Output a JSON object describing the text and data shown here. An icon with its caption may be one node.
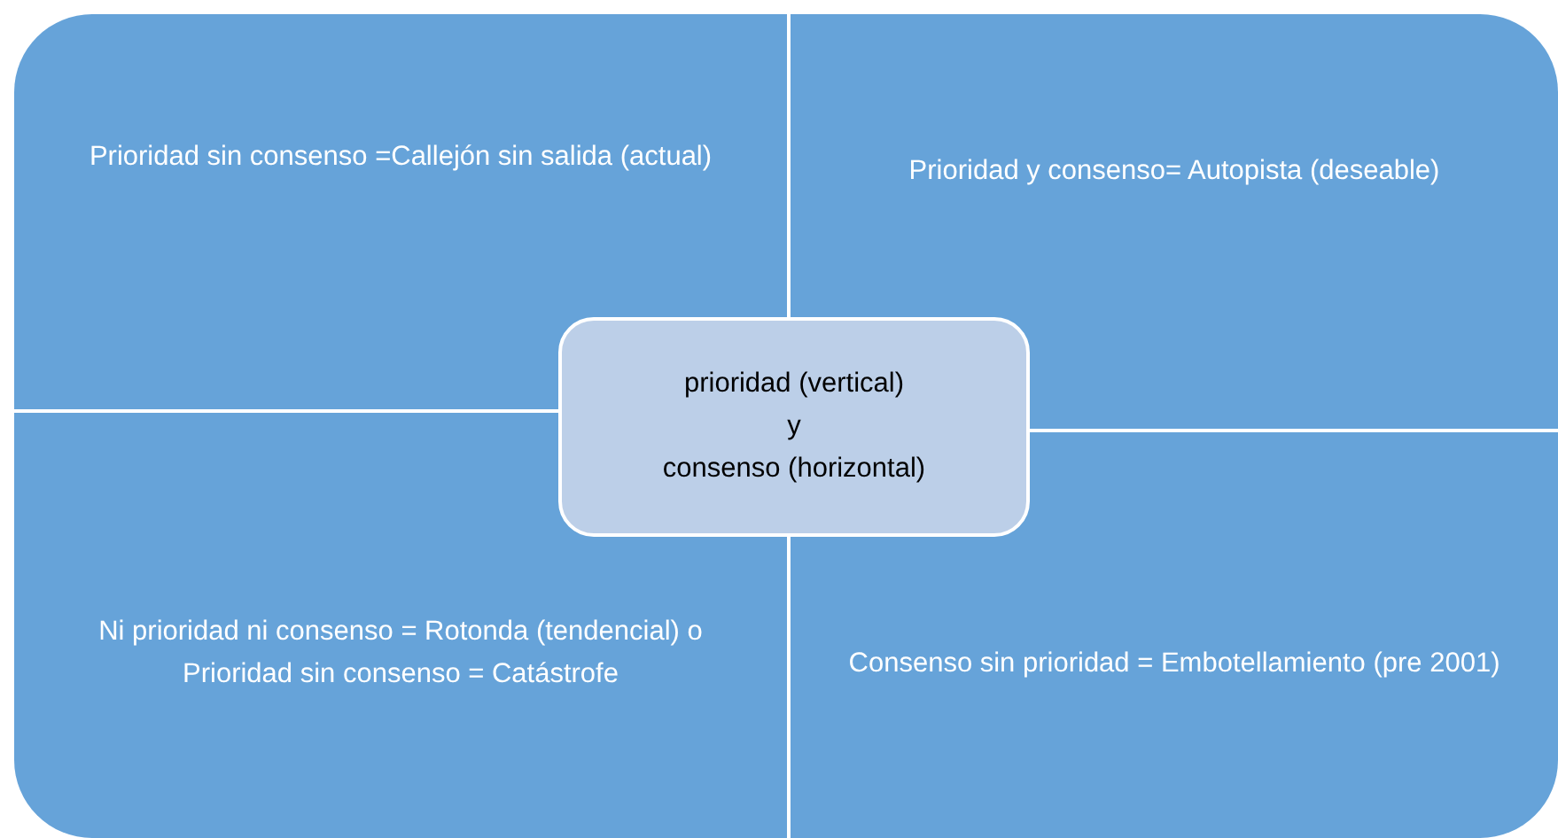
{
  "diagram": {
    "nodes": [
      {
        "text": [
          "Prioridad sin consenso =Callejón sin salida (actual)"
        ]
      },
      {
        "text": [
          "Prioridad y consenso= Autopista  (deseable)"
        ]
      },
      {
        "text": [
          "Ni prioridad ni consenso = Rotonda (tendencial) o",
          "Prioridad sin consenso = Catástrofe"
        ]
      },
      {
        "text": [
          "Consenso sin prioridad = Embotellamiento (pre 2001)"
        ]
      },
      {
        "text": [
          "prioridad (vertical)",
          "y",
          "consenso (horizontal)"
        ]
      }
    ]
  }
}
